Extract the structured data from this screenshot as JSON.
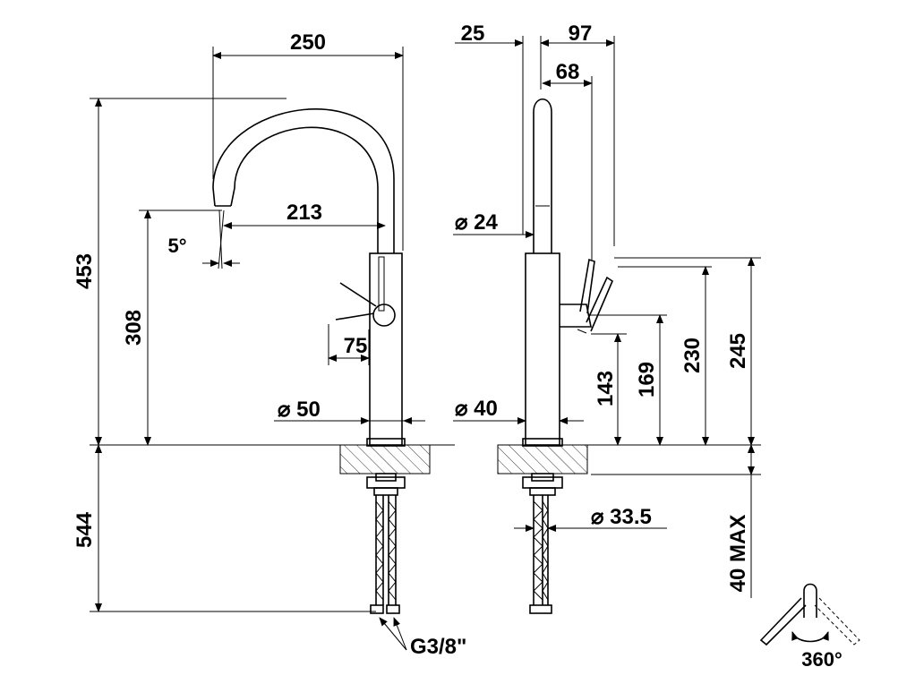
{
  "front_view": {
    "width_overall": "250",
    "spout_reach": "213",
    "height_overall": "453",
    "spout_height": "308",
    "spout_angle": "5°",
    "lever_length": "75",
    "body_diameter": "⌀ 50",
    "below_deck": "544",
    "connection": "G3/8\""
  },
  "side_view": {
    "offset_25": "25",
    "depth_97": "97",
    "depth_68": "68",
    "spout_diameter": "⌀ 24",
    "body_diameter": "⌀ 40",
    "hose_diameter": "⌀ 33.5",
    "h143": "143",
    "h169": "169",
    "h230": "230",
    "h245": "245",
    "deck_thickness": "40 MAX"
  },
  "rotation": {
    "label": "360°"
  }
}
